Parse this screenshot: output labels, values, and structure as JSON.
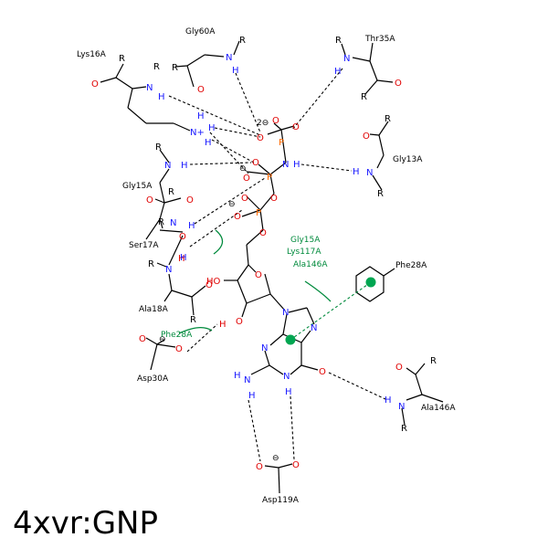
{
  "title": "4xvr:GNP",
  "colors": {
    "nitrogen": "#1a1aff",
    "oxygen": "#e00000",
    "phosphorus": "#ff6a00",
    "carbon": "#000000",
    "hydrophobic": "#008a3c",
    "pi": "#00a651"
  },
  "residues": {
    "gly60a": "Gly60A",
    "thr35a": "Thr35A",
    "lys16a": "Lys16A",
    "gly13a": "Gly13A",
    "gly15a": "Gly15A",
    "ser17a": "Ser17A",
    "ala18a": "Ala18A",
    "phe28a": "Phe28A",
    "asp30a": "Asp30A",
    "ala146a": "Ala146A",
    "asp119a": "Asp119A"
  },
  "hydrophobic_labels": {
    "gly15a": "Gly15A",
    "lys117a": "Lys117A",
    "ala146a": "Ala146A",
    "phe28a": "Phe28A"
  },
  "atoms": {
    "n": "N",
    "o": "O",
    "p": "P",
    "h": "H",
    "r": "R",
    "nh_plus": "N+",
    "minus": "⊖",
    "two_minus": "2⊖",
    "ho": "HO"
  }
}
